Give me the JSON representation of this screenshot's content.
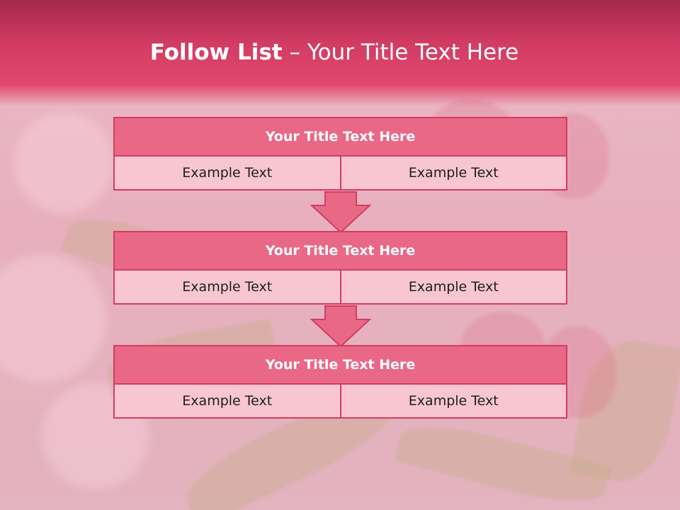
{
  "slide": {
    "title_bold": "Follow List",
    "title_rest": " – Your Title Text Here"
  },
  "blocks": [
    {
      "title": "Your Title Text Here",
      "cells": [
        "Example Text",
        "Example Text"
      ]
    },
    {
      "title": "Your Title Text Here",
      "cells": [
        "Example Text",
        "Example Text"
      ]
    },
    {
      "title": "Your Title Text Here",
      "cells": [
        "Example Text",
        "Example Text"
      ]
    }
  ],
  "colors": {
    "header": "#d23b62",
    "block_title": "#e96886",
    "block_cell": "#f7c6d0",
    "border": "#d63b62"
  }
}
